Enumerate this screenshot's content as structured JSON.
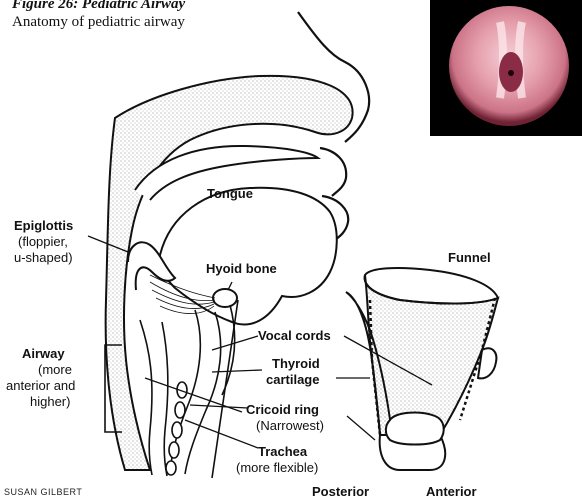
{
  "header": {
    "title": "Figure 26: Pediatric Airway",
    "subtitle": "Anatomy of pediatric airway"
  },
  "photo": {
    "icon": "endoscopic-larynx-photo"
  },
  "labels": {
    "tongue": "Tongue",
    "epiglottis": "Epiglottis",
    "epiglottis_note_1": "(floppier,",
    "epiglottis_note_2": "u-shaped)",
    "hyoid": "Hyoid bone",
    "funnel": "Funnel",
    "airway": "Airway",
    "airway_note_1": "(more",
    "airway_note_2": "anterior and",
    "airway_note_3": "higher)",
    "vocal_cords": "Vocal cords",
    "thyroid_1": "Thyroid",
    "thyroid_2": "cartilage",
    "cricoid": "Cricoid ring",
    "cricoid_note": "(Narrowest)",
    "trachea": "Trachea",
    "trachea_note": "(more flexible)",
    "posterior": "Posterior",
    "anterior": "Anterior"
  },
  "credit": "SUSAN GILBERT",
  "colors": {
    "line": "#111111",
    "stipple": "#9a9a9a",
    "photo_pink": "#e8a0ad",
    "photo_dark": "#7a1f35"
  }
}
